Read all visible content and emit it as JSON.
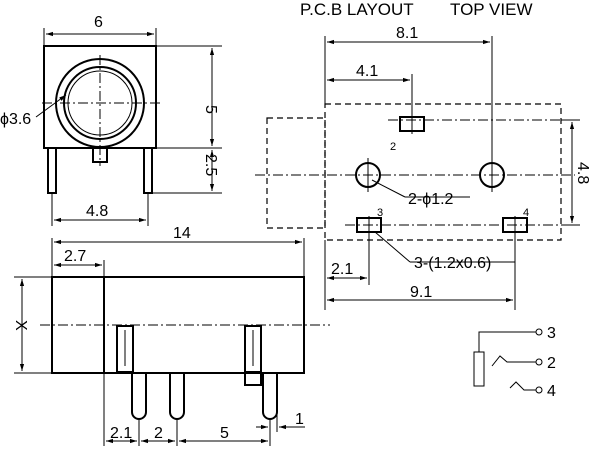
{
  "header": {
    "pcb_layout": "P.C.B LAYOUT",
    "top_view": "TOP VIEW"
  },
  "front_view": {
    "width_label": "6",
    "height_label": "5",
    "diameter_label": "ϕ3.6",
    "pin_height_label": "2.5",
    "pin_span_label": "4.8"
  },
  "pcb_view": {
    "overall_width_label": "8.1",
    "offset_label": "4.1",
    "height_label": "4.8",
    "hole_label": "2-ϕ1.2",
    "pad_label": "3-(1.2x0.6)",
    "left_offset_label": "2.1",
    "pad_span_label": "9.1",
    "pad_numbers": {
      "p2": "2",
      "p3": "3",
      "p4": "4"
    }
  },
  "side_view": {
    "length_label": "14",
    "front_length_label": "2.7",
    "height_label": "X",
    "pin_spacing_labels": [
      "2.1",
      "2",
      "5",
      "1"
    ]
  },
  "schematic": {
    "pin_labels": [
      "3",
      "2",
      "4"
    ]
  }
}
